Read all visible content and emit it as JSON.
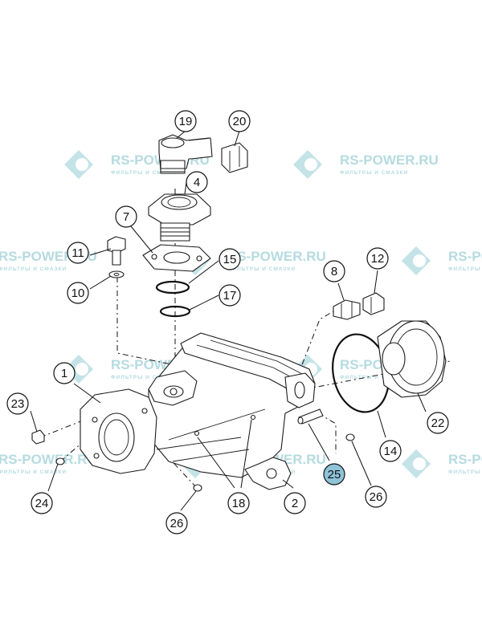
{
  "watermark": {
    "brand": "RS-POWER.RU",
    "tagline": "ФИЛЬТРЫ И СМАЗКИ",
    "color": "#b5dbe0"
  },
  "callouts": [
    {
      "id": "c19",
      "label": "19",
      "highlight": false
    },
    {
      "id": "c20",
      "label": "20",
      "highlight": false
    },
    {
      "id": "c4",
      "label": "4",
      "highlight": false
    },
    {
      "id": "c7",
      "label": "7",
      "highlight": false
    },
    {
      "id": "c11",
      "label": "11",
      "highlight": false
    },
    {
      "id": "c15",
      "label": "15",
      "highlight": false
    },
    {
      "id": "c10",
      "label": "10",
      "highlight": false
    },
    {
      "id": "c17",
      "label": "17",
      "highlight": false
    },
    {
      "id": "c8",
      "label": "8",
      "highlight": false
    },
    {
      "id": "c12",
      "label": "12",
      "highlight": false
    },
    {
      "id": "c1",
      "label": "1",
      "highlight": false
    },
    {
      "id": "c23",
      "label": "23",
      "highlight": false
    },
    {
      "id": "c22",
      "label": "22",
      "highlight": false
    },
    {
      "id": "c14",
      "label": "14",
      "highlight": false
    },
    {
      "id": "c25",
      "label": "25",
      "highlight": true
    },
    {
      "id": "c24",
      "label": "24",
      "highlight": false
    },
    {
      "id": "c18",
      "label": "18",
      "highlight": false
    },
    {
      "id": "c2",
      "label": "2",
      "highlight": false
    },
    {
      "id": "c26a",
      "label": "26",
      "highlight": false
    },
    {
      "id": "c26b",
      "label": "26",
      "highlight": false
    }
  ],
  "colors": {
    "highlight": "#8fc3d8",
    "line": "#111111"
  }
}
